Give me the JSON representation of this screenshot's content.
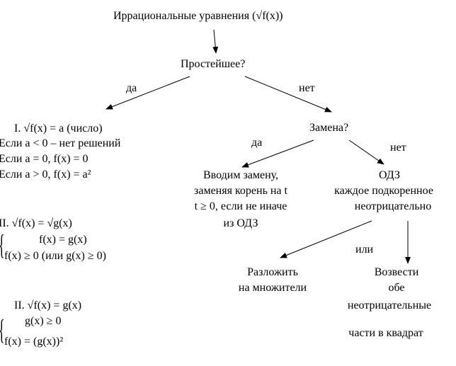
{
  "title": "Иррациональные уравнения (√f(x))",
  "q_simple": "Простейшее?",
  "yes_1": "да",
  "no_1": "нет",
  "q_subst": "Замена?",
  "yes_2": "да",
  "no_2": "нет",
  "case1": {
    "head": "I.   √f(x) = a (число)",
    "l1": "Если a < 0 – нет решений",
    "l2": "Если a = 0, f(x) = 0",
    "l3": "Если a > 0, f(x) = a²"
  },
  "case2": {
    "head": "II. √f(x) = √g(x)",
    "s1": "f(x) = g(x)",
    "s2": "f(x) ≥ 0 (или g(x) ≥ 0)"
  },
  "case3": {
    "head": "II.   √f(x) = g(x)",
    "s1": "g(x) ≥ 0",
    "s2": "f(x) = (g(x))²"
  },
  "subst_yes": {
    "l1": "Вводим замену,",
    "l2": "заменяя корень на t",
    "l3": "t ≥ 0, если не иначе",
    "l4": "из ОДЗ"
  },
  "odz": {
    "l1": "ОДЗ",
    "l2": "каждое подкоренное",
    "l3": "неотрицательно"
  },
  "or_label": "или",
  "factor": {
    "l1": "Разложить",
    "l2": "на множители"
  },
  "square": {
    "l1": "Возвести",
    "l2": "обе",
    "l3": "неотрицательные",
    "l4": "части в квадрат"
  }
}
